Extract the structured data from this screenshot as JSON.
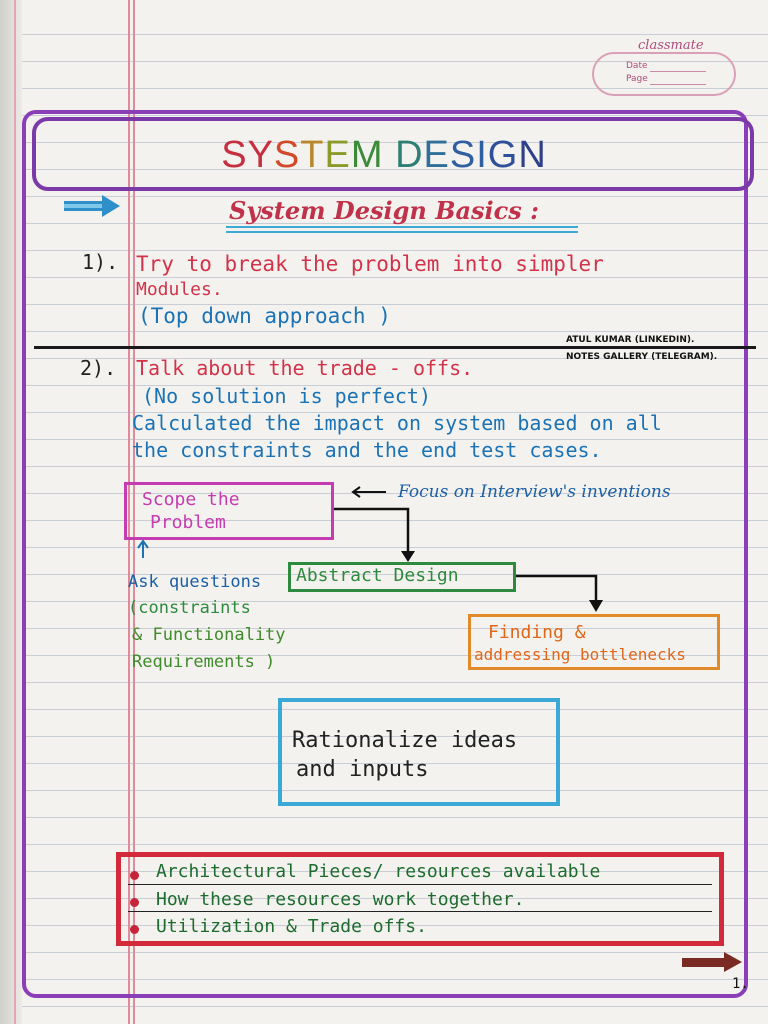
{
  "brand": {
    "name": "classmate",
    "date_label": "Date",
    "page_label": "Page"
  },
  "title": {
    "letters": [
      {
        "ch": "S",
        "color": "#c62f3f"
      },
      {
        "ch": "Y",
        "color": "#c62f3f"
      },
      {
        "ch": "S",
        "color": "#d14a2a"
      },
      {
        "ch": "T",
        "color": "#b8892a"
      },
      {
        "ch": "E",
        "color": "#8c9a2a"
      },
      {
        "ch": "M",
        "color": "#3c8a3a"
      },
      {
        "ch": " ",
        "color": "#000"
      },
      {
        "ch": "D",
        "color": "#2f7f76"
      },
      {
        "ch": "E",
        "color": "#2f6f9a"
      },
      {
        "ch": "S",
        "color": "#2f5fa0"
      },
      {
        "ch": "I",
        "color": "#2f5fa0"
      },
      {
        "ch": "G",
        "color": "#2f4f9a"
      },
      {
        "ch": "N",
        "color": "#2f3f8a"
      }
    ]
  },
  "subtitle": "System Design Basics :",
  "point1": {
    "number": "1).",
    "line1": "Try to break the problem into simpler",
    "line2": "Modules.",
    "line3": "(Top down approach )"
  },
  "credits": {
    "line1": "ATUL KUMAR (LINKEDIN).",
    "line2": "NOTES GALLERY (TELEGRAM)."
  },
  "point2": {
    "number": "2).",
    "line1": "Talk about the trade - offs.",
    "line2": "(No solution is perfect)",
    "line3": "Calculated the impact on system based on all",
    "line4": "the constraints and the end test cases."
  },
  "flow": {
    "scope_line1": "Scope the",
    "scope_line2": "Problem",
    "focus_note": "Focus on Interview's inventions",
    "ask_line1": "Ask questions",
    "ask_line2": "(constraints",
    "ask_line3": "& Functionality",
    "ask_line4": "Requirements )",
    "abstract": "Abstract Design",
    "finding_line1": "Finding &",
    "finding_line2": "addressing bottlenecks",
    "rationalize_line1": "Rationalize ideas",
    "rationalize_line2": "and inputs"
  },
  "summary_items": [
    "Architectural Pieces/ resources available",
    "How these resources work together.",
    "Utilization & Trade offs."
  ],
  "page_number": "1.",
  "colors": {
    "frame": "#8a3fb8",
    "scope_box": "#c53bb0",
    "abstract_box": "#2e8a3e",
    "finding_box": "#e08a2a",
    "rationalize_box": "#3aa9d6",
    "summary_box": "#d22a3a"
  }
}
